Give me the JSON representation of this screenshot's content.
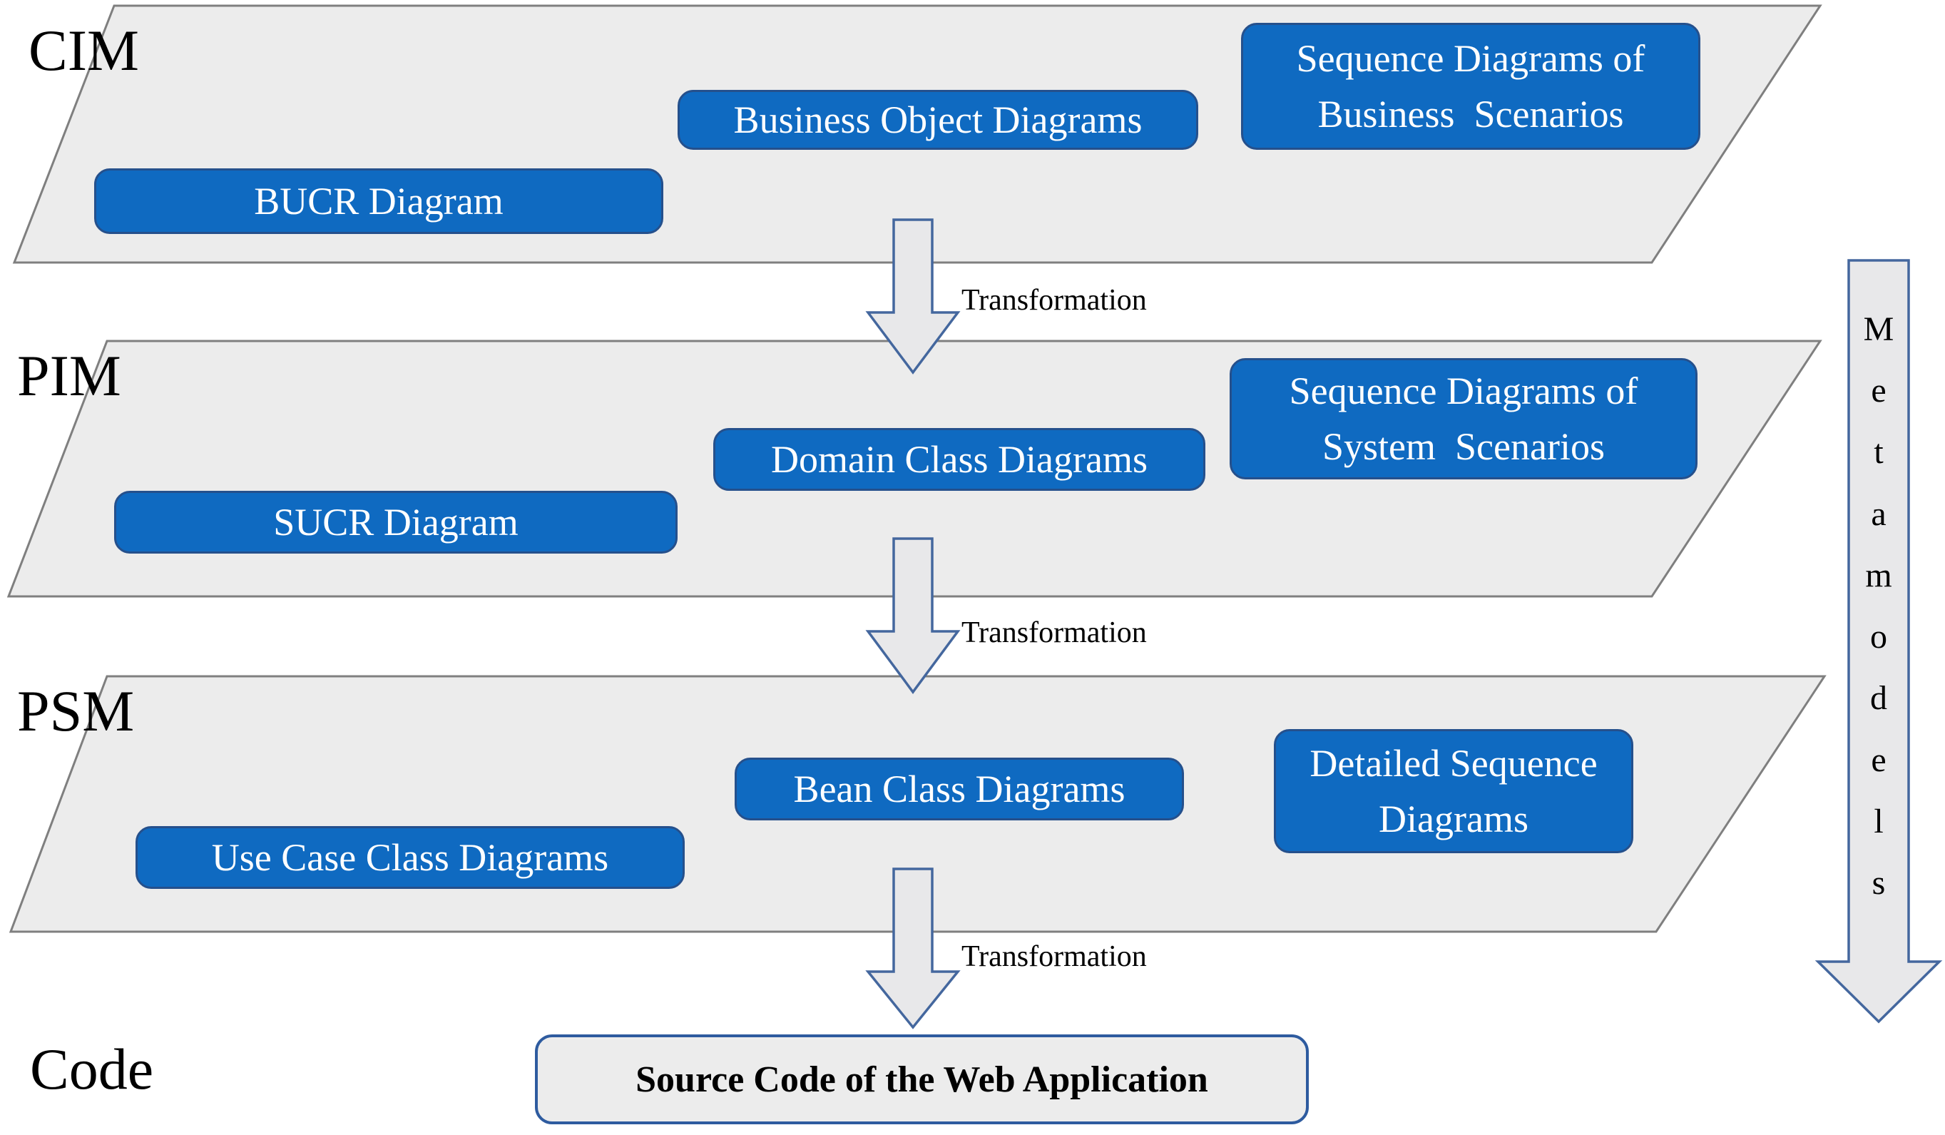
{
  "layers": [
    {
      "label": "CIM",
      "boxes": [
        {
          "text": "BUCR Diagram"
        },
        {
          "text": "Business Object Diagrams"
        },
        {
          "text": "Sequence Diagrams of\nBusiness  Scenarios"
        }
      ]
    },
    {
      "label": "PIM",
      "boxes": [
        {
          "text": "SUCR Diagram"
        },
        {
          "text": "Domain Class Diagrams"
        },
        {
          "text": "Sequence Diagrams of\nSystem  Scenarios"
        }
      ]
    },
    {
      "label": "PSM",
      "boxes": [
        {
          "text": "Use Case Class Diagrams"
        },
        {
          "text": "Bean Class Diagrams"
        },
        {
          "text": "Detailed Sequence\nDiagrams"
        }
      ]
    }
  ],
  "transformations": [
    "Transformation",
    "Transformation",
    "Transformation"
  ],
  "metamodels": {
    "label": "Metamodels"
  },
  "code_row": {
    "label": "Code",
    "box_text": "Source Code of the Web Application"
  },
  "colors": {
    "layer_fill": "#ececec",
    "layer_border": "#7f7f7f",
    "box_fill": "#0f6ac1",
    "box_border": "#25508c",
    "box_text": "#ffffff",
    "arrow_fill": "#e8e8ea",
    "arrow_border": "#44679e",
    "source_box_border": "#2e5b9f",
    "text": "#000000"
  }
}
